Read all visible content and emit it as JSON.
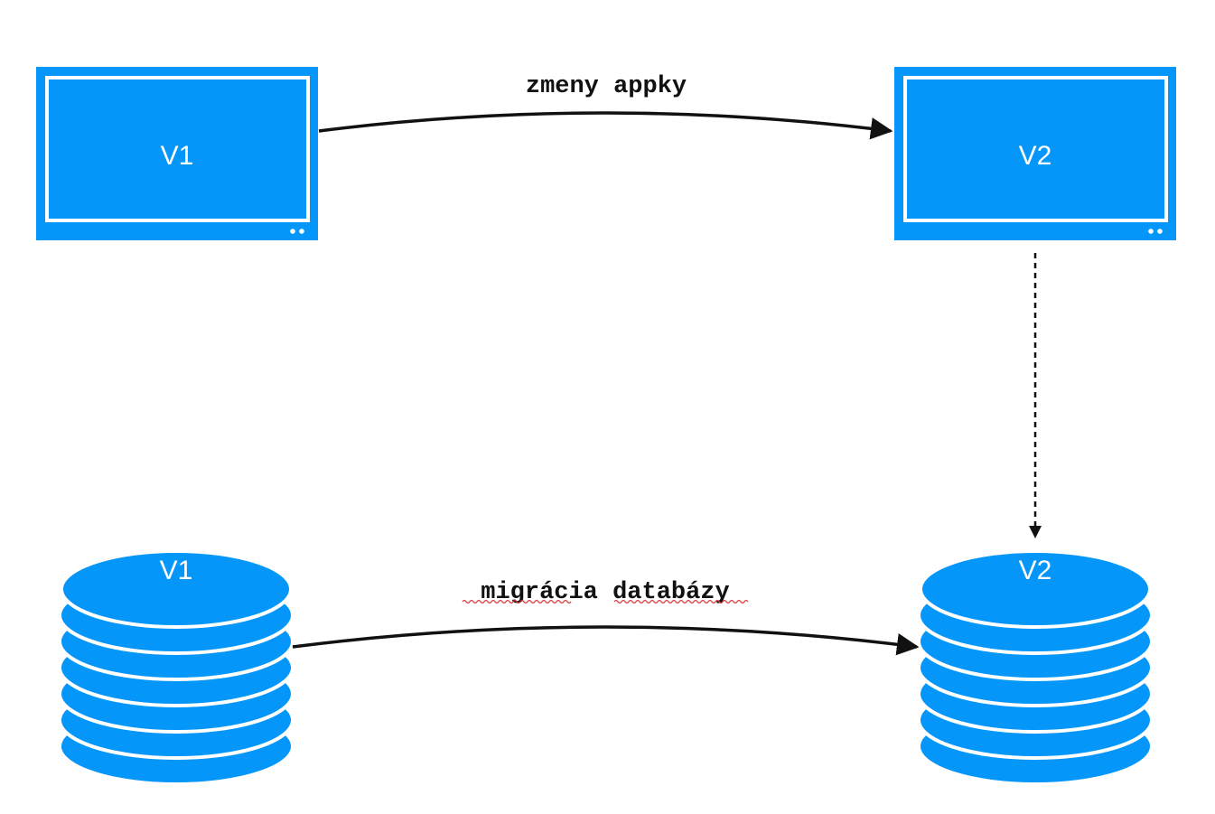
{
  "colors": {
    "node_fill": "#0596F9",
    "node_border": "#ffffff",
    "edge": "#111111",
    "spellcheck_underline": "#d43b3b"
  },
  "nodes": {
    "app_v1": {
      "label": "V1",
      "kind": "application-window"
    },
    "app_v2": {
      "label": "V2",
      "kind": "application-window"
    },
    "db_v1": {
      "label": "V1",
      "kind": "database"
    },
    "db_v2": {
      "label": "V2",
      "kind": "database"
    }
  },
  "edges": {
    "app_change": {
      "label": "zmeny appky",
      "from": "app_v1",
      "to": "app_v2",
      "style": "solid"
    },
    "db_migration": {
      "label": "migrácia databázy",
      "from": "db_v1",
      "to": "db_v2",
      "style": "solid",
      "spellcheck_underline": true
    },
    "app_to_db": {
      "label": "",
      "from": "app_v2",
      "to": "db_v2",
      "style": "dashed"
    }
  }
}
